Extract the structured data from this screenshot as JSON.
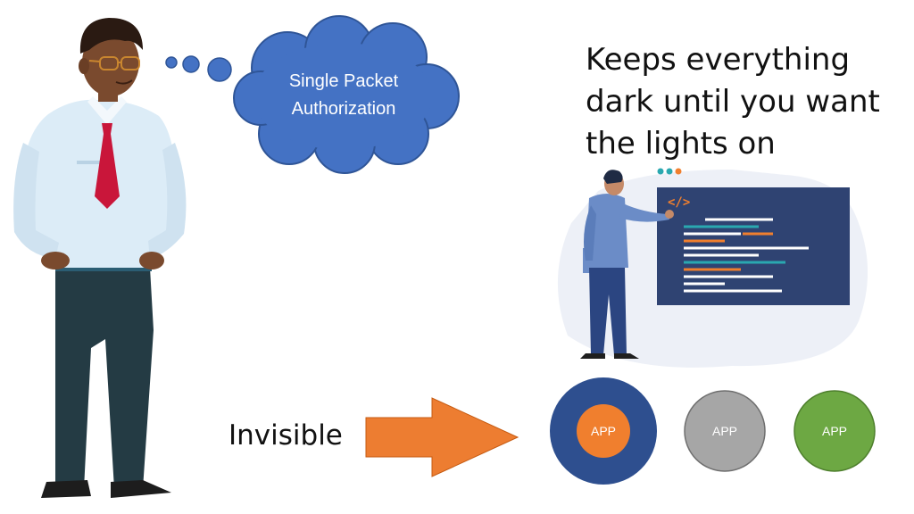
{
  "thought_bubble": {
    "text": "Single Packet Authorization"
  },
  "headline": {
    "text": "Keeps everything dark until you want the lights on"
  },
  "arrow_label": {
    "text": "Invisible"
  },
  "code_tag": "</>",
  "apps": [
    {
      "label": "APP",
      "fill": "#f07f2e",
      "ring": "#2e4f8f"
    },
    {
      "label": "APP",
      "fill": "#a6a6a6"
    },
    {
      "label": "APP",
      "fill": "#6da843"
    }
  ],
  "colors": {
    "cloud": "#4472c4",
    "arrow": "#ed7d31",
    "screen": "#2f4372",
    "blob": "#edf0f7"
  }
}
